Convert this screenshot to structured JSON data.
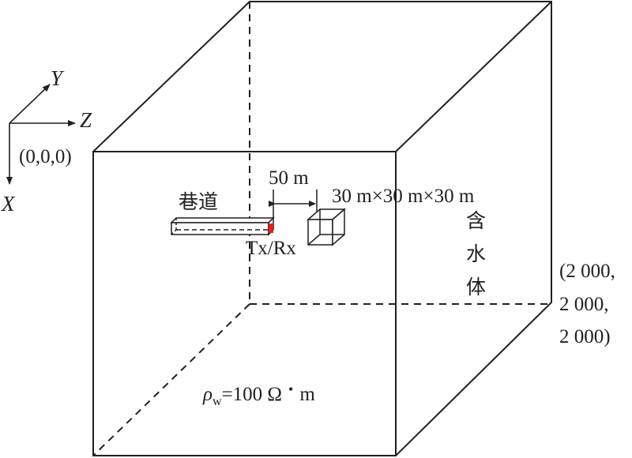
{
  "axes": {
    "y_label": "Y",
    "z_label": "Z",
    "x_label": "X",
    "origin_label": "(0,0,0)"
  },
  "far_corner": {
    "line1": "(2 000,",
    "line2": "2 000,",
    "line3": "2 000)"
  },
  "tunnel": {
    "label": "巷道",
    "tx_rx_label": "Tx/Rx"
  },
  "distance": {
    "label": "50 m"
  },
  "water_body": {
    "size_label": "30 m×30 m×30 m",
    "label_chars": [
      "含",
      "水",
      "体"
    ]
  },
  "resistivity": {
    "rho": "ρ",
    "subscript": "w",
    "value": "=100 Ω",
    "dot": "•",
    "unit": "m"
  },
  "colors": {
    "line": "#231f20",
    "transceiver": "#e0201b"
  }
}
